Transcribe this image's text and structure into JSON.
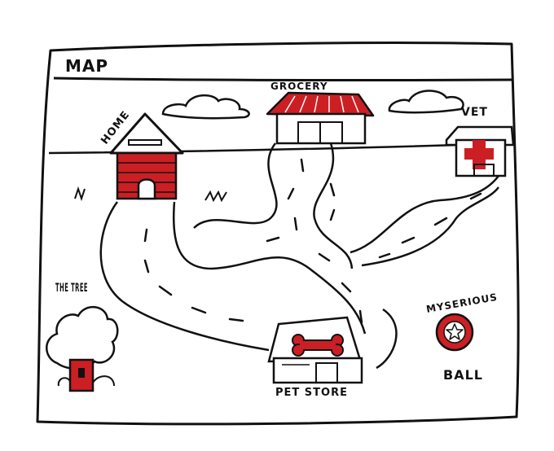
{
  "map": {
    "title": "MAP",
    "colors": {
      "ink": "#111111",
      "accent": "#cc1f24",
      "paper": "#ffffff"
    },
    "locations": [
      {
        "id": "home",
        "label": "HOME",
        "icon": "house-icon"
      },
      {
        "id": "grocery",
        "label": "GROCERY",
        "icon": "grocery-store-icon"
      },
      {
        "id": "vet",
        "label": "VET",
        "icon": "vet-clinic-icon"
      },
      {
        "id": "tree",
        "label": "THE TREE",
        "icon": "treehouse-icon"
      },
      {
        "id": "pet_store",
        "label": "PET STORE",
        "icon": "pet-store-icon"
      },
      {
        "id": "mysterious_ball",
        "label_top": "MYSERIOUS",
        "label_bottom": "BALL",
        "icon": "mystery-ball-icon"
      }
    ]
  }
}
